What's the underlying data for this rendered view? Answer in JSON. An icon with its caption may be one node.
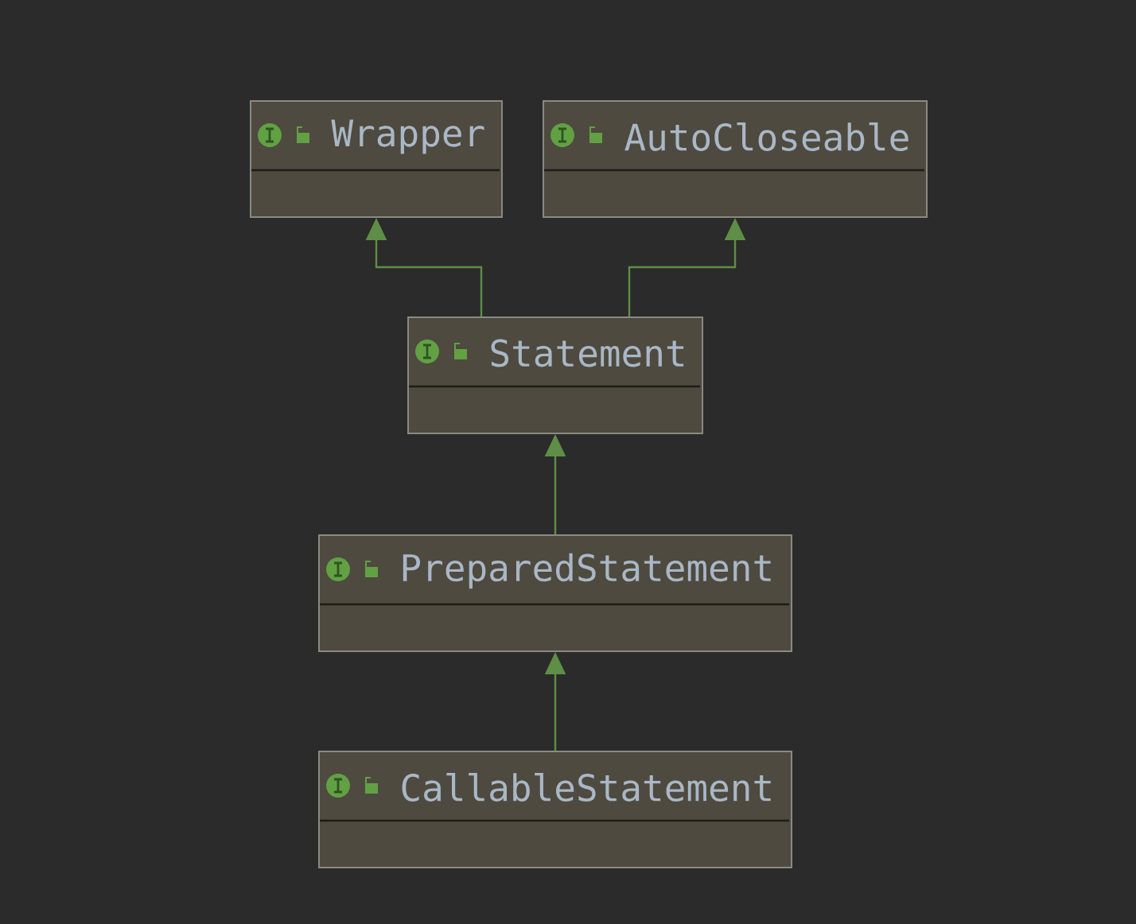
{
  "diagram": {
    "nodes": [
      {
        "text": [
          "Wrapper"
        ]
      },
      {
        "text": [
          "AutoCloseable"
        ]
      },
      {
        "text": [
          "Statement"
        ]
      },
      {
        "text": [
          "PreparedStatement"
        ]
      },
      {
        "text": [
          "CallableStatement"
        ]
      }
    ],
    "edges": [
      {
        "from": 2,
        "to": 0,
        "arrow": "to"
      },
      {
        "from": 2,
        "to": 1,
        "arrow": "to"
      },
      {
        "from": 3,
        "to": 2,
        "arrow": "to"
      },
      {
        "from": 4,
        "to": 3,
        "arrow": "to"
      }
    ]
  }
}
